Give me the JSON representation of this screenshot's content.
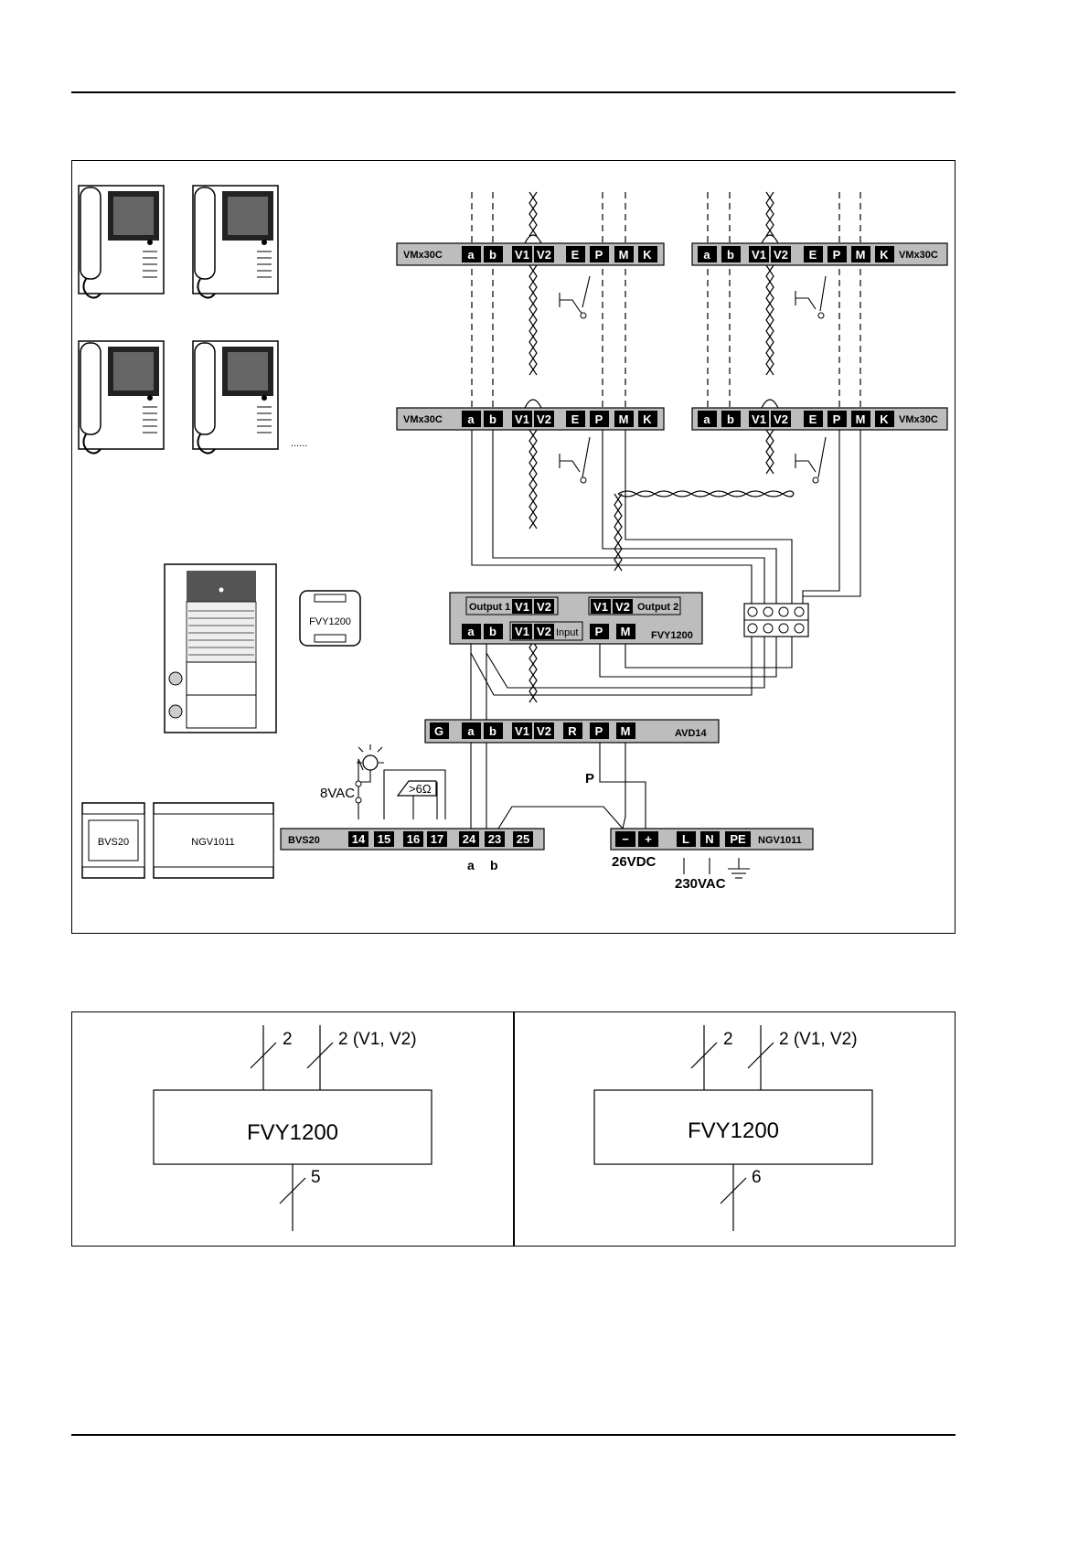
{
  "wiring": {
    "modules": {
      "vmx_tl": {
        "name": "VMx30C",
        "terminals": [
          "a",
          "b",
          "V1",
          "V2",
          "E",
          "P",
          "M",
          "K"
        ]
      },
      "vmx_tr": {
        "name": "VMx30C",
        "terminals": [
          "a",
          "b",
          "V1",
          "V2",
          "E",
          "P",
          "M",
          "K"
        ]
      },
      "vmx_ml": {
        "name": "VMx30C",
        "terminals": [
          "a",
          "b",
          "V1",
          "V2",
          "E",
          "P",
          "M",
          "K"
        ]
      },
      "vmx_mr": {
        "name": "VMx30C",
        "terminals": [
          "a",
          "b",
          "V1",
          "V2",
          "E",
          "P",
          "M",
          "K"
        ]
      },
      "fvy": {
        "name": "FVY1200",
        "output1": "Output 1",
        "output2": "Output 2",
        "input": "Input",
        "top_terminals": [
          "V1",
          "V2",
          "V1",
          "V2"
        ],
        "bottom_terminals": [
          "a",
          "b",
          "V1",
          "V2",
          "P",
          "M"
        ]
      },
      "avd": {
        "name": "AVD14",
        "terminals": [
          "G",
          "a",
          "b",
          "V1",
          "V2",
          "R",
          "P",
          "M"
        ]
      },
      "bvs": {
        "name": "BVS20",
        "terminals": [
          "14",
          "15",
          "16",
          "17",
          "24",
          "23",
          "25"
        ]
      },
      "ngv": {
        "name": "NGV1011",
        "terminals": [
          "−",
          "+",
          "L",
          "N",
          "PE"
        ]
      }
    },
    "labels": {
      "vac8": "8VAC",
      "resistor": ">6Ω",
      "a": "a",
      "b": "b",
      "p": "P",
      "vdc": "26VDC",
      "vac230": "230VAC",
      "dots": "......"
    },
    "device_labels": {
      "fvy_module": "FVY1200",
      "bvs_module": "BVS20",
      "ngv_module": "NGV1011"
    }
  },
  "block_diagrams": [
    {
      "box": "FVY1200",
      "top_left": "2",
      "top_right": "2 (V1, V2)",
      "bottom": "5"
    },
    {
      "box": "FVY1200",
      "top_left": "2",
      "top_right": "2 (V1, V2)",
      "bottom": "6"
    }
  ]
}
